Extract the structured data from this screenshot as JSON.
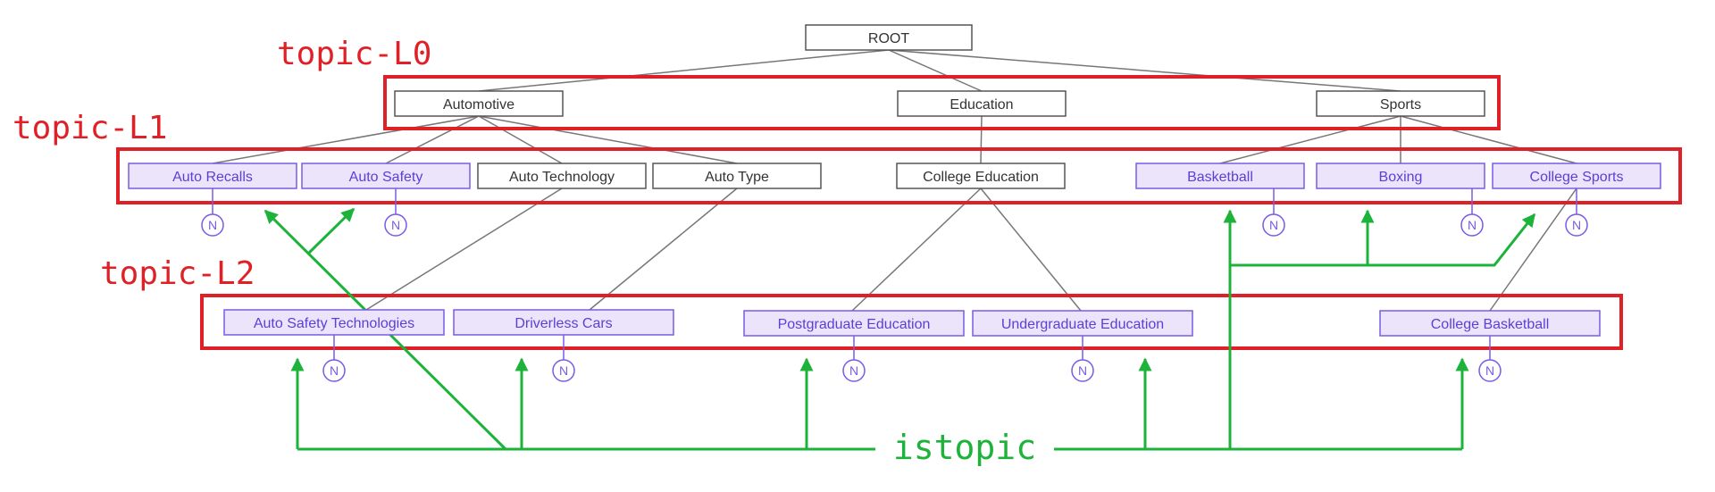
{
  "colors": {
    "group_outline": "#e02027",
    "group_label": "#e02027",
    "istopic_arrow": "#1db33a",
    "istopic_label": "#1db33a",
    "node_plain_fill": "#ffffff",
    "node_plain_border": "#555555",
    "node_purple_fill": "#ebe4fb",
    "node_purple_border": "#7a5be6",
    "node_purple_text": "#5b3fd6",
    "tree_edge": "#777777",
    "n_badge": "#7a5be6"
  },
  "group_labels": {
    "l0": "topic-L0",
    "l1": "topic-L1",
    "l2": "topic-L2"
  },
  "istopic_label": "istopic",
  "n_badge_text": "N",
  "nodes": {
    "root": "ROOT",
    "automotive": "Automotive",
    "education": "Education",
    "sports": "Sports",
    "auto_recalls": "Auto Recalls",
    "auto_safety": "Auto Safety",
    "auto_technology": "Auto Technology",
    "auto_type": "Auto Type",
    "college_education": "College Education",
    "basketball": "Basketball",
    "boxing": "Boxing",
    "college_sports": "College Sports",
    "auto_safety_technologies": "Auto Safety Technologies",
    "driverless_cars": "Driverless Cars",
    "postgraduate_education": "Postgraduate Education",
    "undergraduate_education": "Undergraduate Education",
    "college_basketball": "College Basketball"
  },
  "edges": [
    [
      "root",
      "automotive"
    ],
    [
      "root",
      "education"
    ],
    [
      "root",
      "sports"
    ],
    [
      "automotive",
      "auto_recalls"
    ],
    [
      "automotive",
      "auto_safety"
    ],
    [
      "automotive",
      "auto_technology"
    ],
    [
      "automotive",
      "auto_type"
    ],
    [
      "education",
      "college_education"
    ],
    [
      "sports",
      "basketball"
    ],
    [
      "sports",
      "boxing"
    ],
    [
      "sports",
      "college_sports"
    ],
    [
      "auto_technology",
      "auto_safety_technologies"
    ],
    [
      "auto_type",
      "driverless_cars"
    ],
    [
      "college_education",
      "postgraduate_education"
    ],
    [
      "college_education",
      "undergraduate_education"
    ],
    [
      "college_sports",
      "college_basketball"
    ]
  ]
}
